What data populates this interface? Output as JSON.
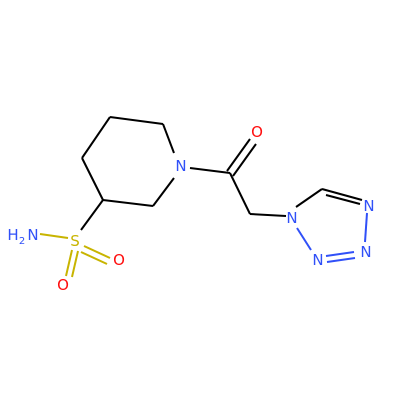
{
  "molecule": {
    "labels": {
      "n_piperidine": "N",
      "o_carbonyl": "O",
      "n_tetrazole_1": "N",
      "n_tetrazole_2": "N",
      "n_tetrazole_3": "N",
      "n_tetrazole_4": "N",
      "s_sulfonamide": "S",
      "o_sulfonyl_1": "O",
      "o_sulfonyl_2": "O",
      "amine_h": "H",
      "amine_sub": "2",
      "amine_n": "N"
    },
    "colors": {
      "carbon_bond": "#000000",
      "nitrogen": "#3050F8",
      "oxygen": "#FF0D0D",
      "sulfur": "#C8B400"
    }
  }
}
